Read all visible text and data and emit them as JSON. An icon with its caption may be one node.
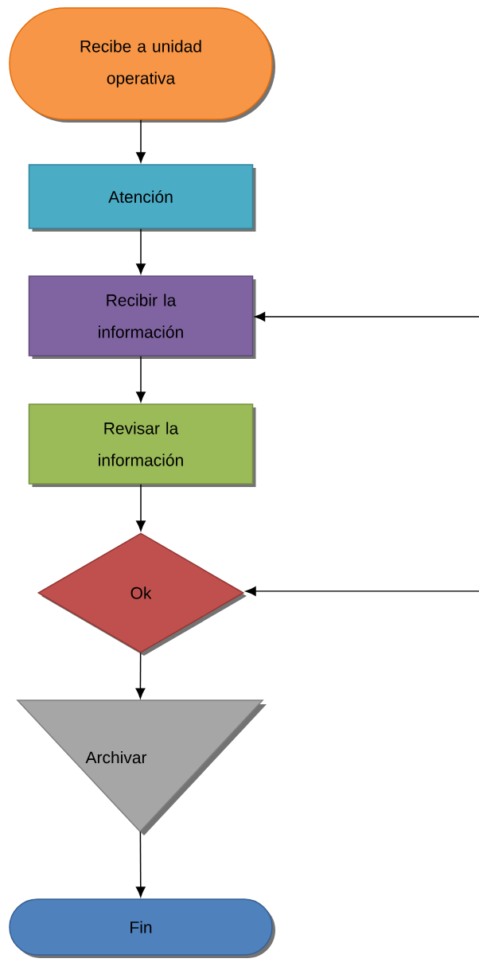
{
  "diagram": {
    "nodes": [
      {
        "text": [
          "Recibe a unidad operativa"
        ]
      },
      {
        "text": [
          "Atención"
        ]
      },
      {
        "text": [
          "Recibir la información"
        ]
      },
      {
        "text": [
          "Revisar la información"
        ]
      },
      {
        "text": [
          "Ok"
        ]
      },
      {
        "text": [
          "Archivar"
        ]
      },
      {
        "text": [
          "Fin"
        ]
      }
    ],
    "edges": [
      {
        "from": 0,
        "to": 1,
        "arrow": "to"
      },
      {
        "from": 1,
        "to": 2,
        "arrow": "to"
      },
      {
        "from": 2,
        "to": 3,
        "arrow": "to"
      },
      {
        "from": 3,
        "to": 4,
        "arrow": "to"
      },
      {
        "from": 4,
        "to": 5,
        "arrow": "to"
      },
      {
        "from": 5,
        "to": 6,
        "arrow": "to"
      },
      {
        "from": null,
        "to": 2,
        "arrow": "to"
      },
      {
        "from": null,
        "to": 4,
        "arrow": "to"
      }
    ]
  }
}
